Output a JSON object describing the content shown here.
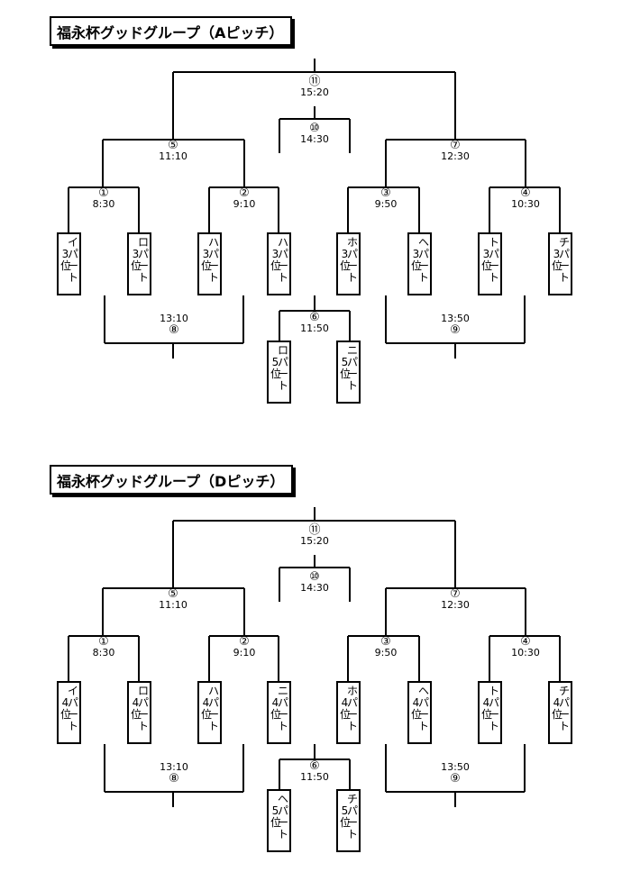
{
  "sections": [
    {
      "title": "福永杯グッドグループ（Aピッチ）",
      "matches": [
        {
          "num": "①",
          "time": "8:30"
        },
        {
          "num": "②",
          "time": "9:10"
        },
        {
          "num": "③",
          "time": "9:50"
        },
        {
          "num": "④",
          "time": "10:30"
        },
        {
          "num": "⑤",
          "time": "11:10"
        },
        {
          "num": "⑥",
          "time": "11:50"
        },
        {
          "num": "⑦",
          "time": "12:30"
        },
        {
          "num": "⑧",
          "time": "13:10"
        },
        {
          "num": "⑨",
          "time": "13:50"
        },
        {
          "num": "⑩",
          "time": "14:30"
        },
        {
          "num": "⑪",
          "time": "15:20"
        }
      ],
      "teams": [
        {
          "pool": "イ",
          "rank": "3"
        },
        {
          "pool": "ロ",
          "rank": "3"
        },
        {
          "pool": "ハ",
          "rank": "3"
        },
        {
          "pool": "ハ",
          "rank": "3"
        },
        {
          "pool": "ホ",
          "rank": "3"
        },
        {
          "pool": "ヘ",
          "rank": "3"
        },
        {
          "pool": "ト",
          "rank": "3"
        },
        {
          "pool": "チ",
          "rank": "3"
        },
        {
          "pool": "ロ",
          "rank": "5"
        },
        {
          "pool": "ニ",
          "rank": "5"
        }
      ]
    },
    {
      "title": "福永杯グッドグループ（Dピッチ）",
      "matches": [
        {
          "num": "①",
          "time": "8:30"
        },
        {
          "num": "②",
          "time": "9:10"
        },
        {
          "num": "③",
          "time": "9:50"
        },
        {
          "num": "④",
          "time": "10:30"
        },
        {
          "num": "⑤",
          "time": "11:10"
        },
        {
          "num": "⑥",
          "time": "11:50"
        },
        {
          "num": "⑦",
          "time": "12:30"
        },
        {
          "num": "⑧",
          "time": "13:10"
        },
        {
          "num": "⑨",
          "time": "13:50"
        },
        {
          "num": "⑩",
          "time": "14:30"
        },
        {
          "num": "⑪",
          "time": "15:20"
        }
      ],
      "teams": [
        {
          "pool": "イ",
          "rank": "4"
        },
        {
          "pool": "ロ",
          "rank": "4"
        },
        {
          "pool": "ハ",
          "rank": "4"
        },
        {
          "pool": "ニ",
          "rank": "4"
        },
        {
          "pool": "ホ",
          "rank": "4"
        },
        {
          "pool": "ヘ",
          "rank": "4"
        },
        {
          "pool": "ト",
          "rank": "4"
        },
        {
          "pool": "チ",
          "rank": "4"
        },
        {
          "pool": "ヘ",
          "rank": "5"
        },
        {
          "pool": "チ",
          "rank": "5"
        }
      ]
    }
  ],
  "labels": {
    "part": "パ",
    "dash": "ー",
    "to": "ト",
    "place": "位"
  }
}
